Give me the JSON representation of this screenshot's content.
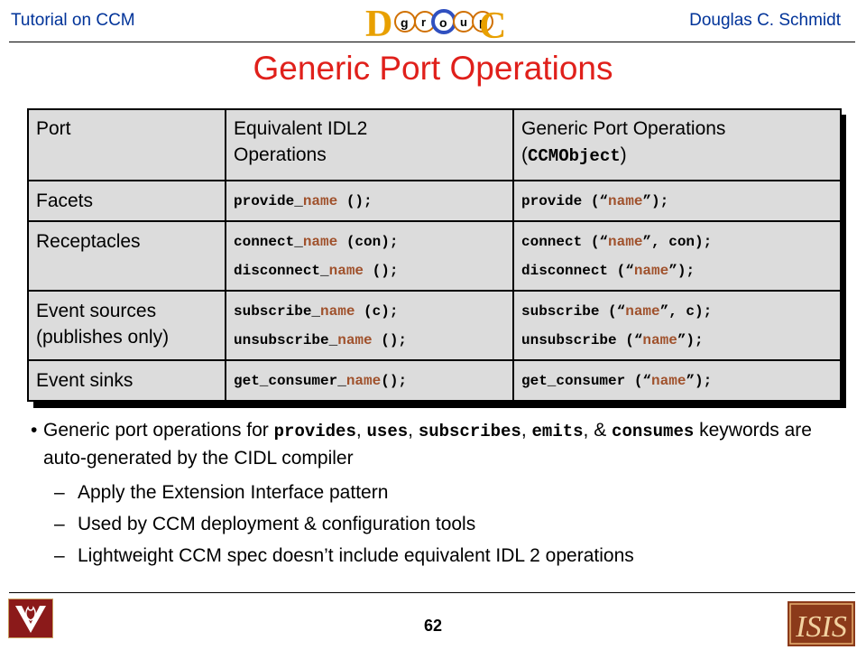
{
  "header": {
    "left_title": "Tutorial on CCM",
    "right_author": "Douglas C. Schmidt",
    "logo_letters": [
      "D",
      "g",
      "r",
      "o",
      "u",
      "p",
      "C"
    ]
  },
  "slide": {
    "title": "Generic Port Operations"
  },
  "table": {
    "headers": {
      "port": "Port",
      "idl2_line1": "Equivalent IDL2",
      "idl2_line2": "Operations",
      "generic_line1": "Generic Port Operations",
      "generic_paren_open": "(",
      "generic_ccmobject": "CCMObject",
      "generic_paren_close": ")"
    },
    "rows": [
      {
        "port": "Facets",
        "idl2": [
          [
            "provide_",
            "name",
            " ();"
          ]
        ],
        "generic": [
          [
            "provide (“",
            "name",
            "”);"
          ]
        ]
      },
      {
        "port": "Receptacles",
        "idl2": [
          [
            "connect_",
            "name",
            " (con);"
          ],
          [
            "disconnect_",
            "name",
            " ();"
          ]
        ],
        "generic": [
          [
            "connect (“",
            "name",
            "”, con);"
          ],
          [
            "disconnect (“",
            "name",
            "”);"
          ]
        ]
      },
      {
        "port_line1": "Event sources",
        "port_line2": "(publishes only)",
        "idl2": [
          [
            "subscribe_",
            "name",
            " (c);"
          ],
          [
            "unsubscribe_",
            "name",
            " ();"
          ]
        ],
        "generic": [
          [
            "subscribe (“",
            "name",
            "”, c);"
          ],
          [
            "unsubscribe (“",
            "name",
            "”);"
          ]
        ]
      },
      {
        "port": "Event sinks",
        "idl2": [
          [
            "get_consumer_",
            "name",
            "();"
          ]
        ],
        "generic": [
          [
            "get_consumer (“",
            "name",
            "”);"
          ]
        ]
      }
    ]
  },
  "bullets": {
    "main": {
      "prefix": "Generic port operations for ",
      "kw1": "provides",
      "sep1": ", ",
      "kw2": "uses",
      "sep2": ", ",
      "kw3": "subscribes",
      "sep3": ", ",
      "kw4": "emits",
      "sep4": ", & ",
      "kw5": "consumes",
      "suffix": " keywords are auto-generated by the CIDL compiler"
    },
    "subs": [
      "Apply the Extension Interface pattern",
      "Used by CCM deployment & configuration tools",
      "Lightweight CCM spec doesn’t include equivalent IDL 2 operations"
    ]
  },
  "footer": {
    "page_number": "62",
    "left_logo": "vanderbilt-logo",
    "right_logo": "isis-logo",
    "right_logo_text": "ISIS"
  },
  "colors": {
    "title": "#e0201b",
    "header_text": "#003399",
    "table_bg": "#dcdcdc",
    "name_highlight": "#a0522d",
    "vu_logo_bg": "#8b1a1a",
    "isis_logo_bg": "#8b3a1a"
  }
}
